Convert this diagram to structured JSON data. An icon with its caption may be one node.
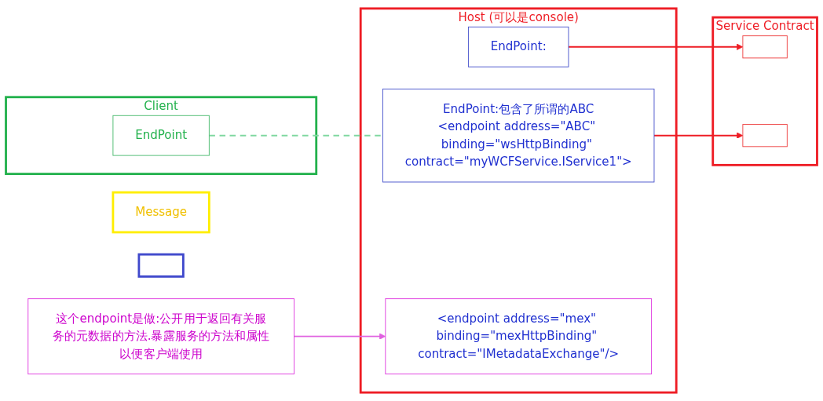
{
  "diagram": {
    "nodes": [
      {
        "text": [
          "Client"
        ]
      },
      {
        "text": [
          "EndPoint"
        ],
        "in": 0
      },
      {
        "text": [
          "Message"
        ]
      },
      {
        "text": [
          "这个endpoint是做:公开用于返回有关服务的元数据的方法.暴露服务的方法和属性以便客户端使用"
        ]
      },
      {
        "text": [
          "Host",
          "(可以是console)"
        ]
      },
      {
        "text": [
          "EndPoint:包含了所谓的ABC",
          "<endpoint address=\"ABC\" binding=\"wsHttpBinding\" contract=\"myWCFService.IService1\">"
        ],
        "in": 4
      },
      {
        "text": [
          "EndPoint:"
        ],
        "in": 4
      },
      {
        "text": [
          "<endpoint address=\"mex\" binding=\"mexHttpBinding\" contract=\"IMetadataExchange\"/>"
        ],
        "in": 4
      },
      {
        "text": [
          "Service Contract"
        ]
      },
      {
        "text": [],
        "shape": "box",
        "in": 8
      },
      {
        "text": [],
        "shape": "box",
        "in": 8
      },
      {
        "text": [],
        "shape": "box"
      }
    ],
    "edges": [
      {
        "from": 1,
        "to": 5,
        "arrow": "none",
        "style": "dashed",
        "color": "#80d8a0"
      },
      {
        "from": 3,
        "to": 7,
        "arrow": "to",
        "color": "#e060e0"
      },
      {
        "from": 5,
        "to": 10,
        "arrow": "to"
      },
      {
        "from": 6,
        "to": 9,
        "arrow": "to"
      }
    ]
  }
}
